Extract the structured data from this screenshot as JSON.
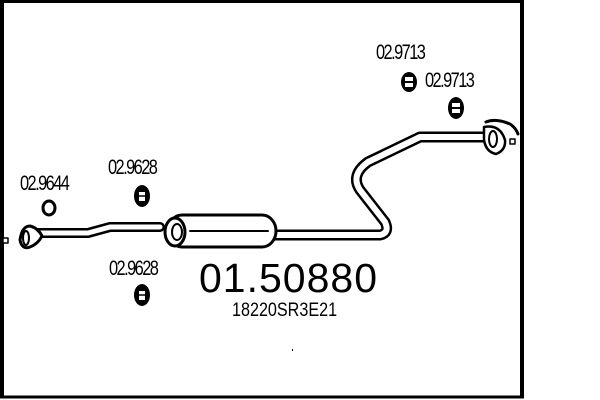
{
  "diagram": {
    "type": "exhaust-parts-diagram",
    "main_part": {
      "number": "01.50880",
      "oem_number": "18220SR3E21",
      "description_icon": "center-silencer-pipe"
    },
    "accessories": [
      {
        "id": "hanger-left-ring",
        "number": "02.9644",
        "icon": "rubber-ring-icon"
      },
      {
        "id": "hanger-upper-mid",
        "number": "02.9628",
        "icon": "rubber-hanger-icon"
      },
      {
        "id": "hanger-lower-mid",
        "number": "02.9628",
        "icon": "rubber-hanger-icon"
      },
      {
        "id": "hanger-upper-right-1",
        "number": "02.9713",
        "icon": "rubber-hanger-icon"
      },
      {
        "id": "hanger-upper-right-2",
        "number": "02.9713",
        "icon": "rubber-hanger-icon"
      }
    ],
    "colors": {
      "line": "#000000",
      "background": "#ffffff"
    }
  }
}
